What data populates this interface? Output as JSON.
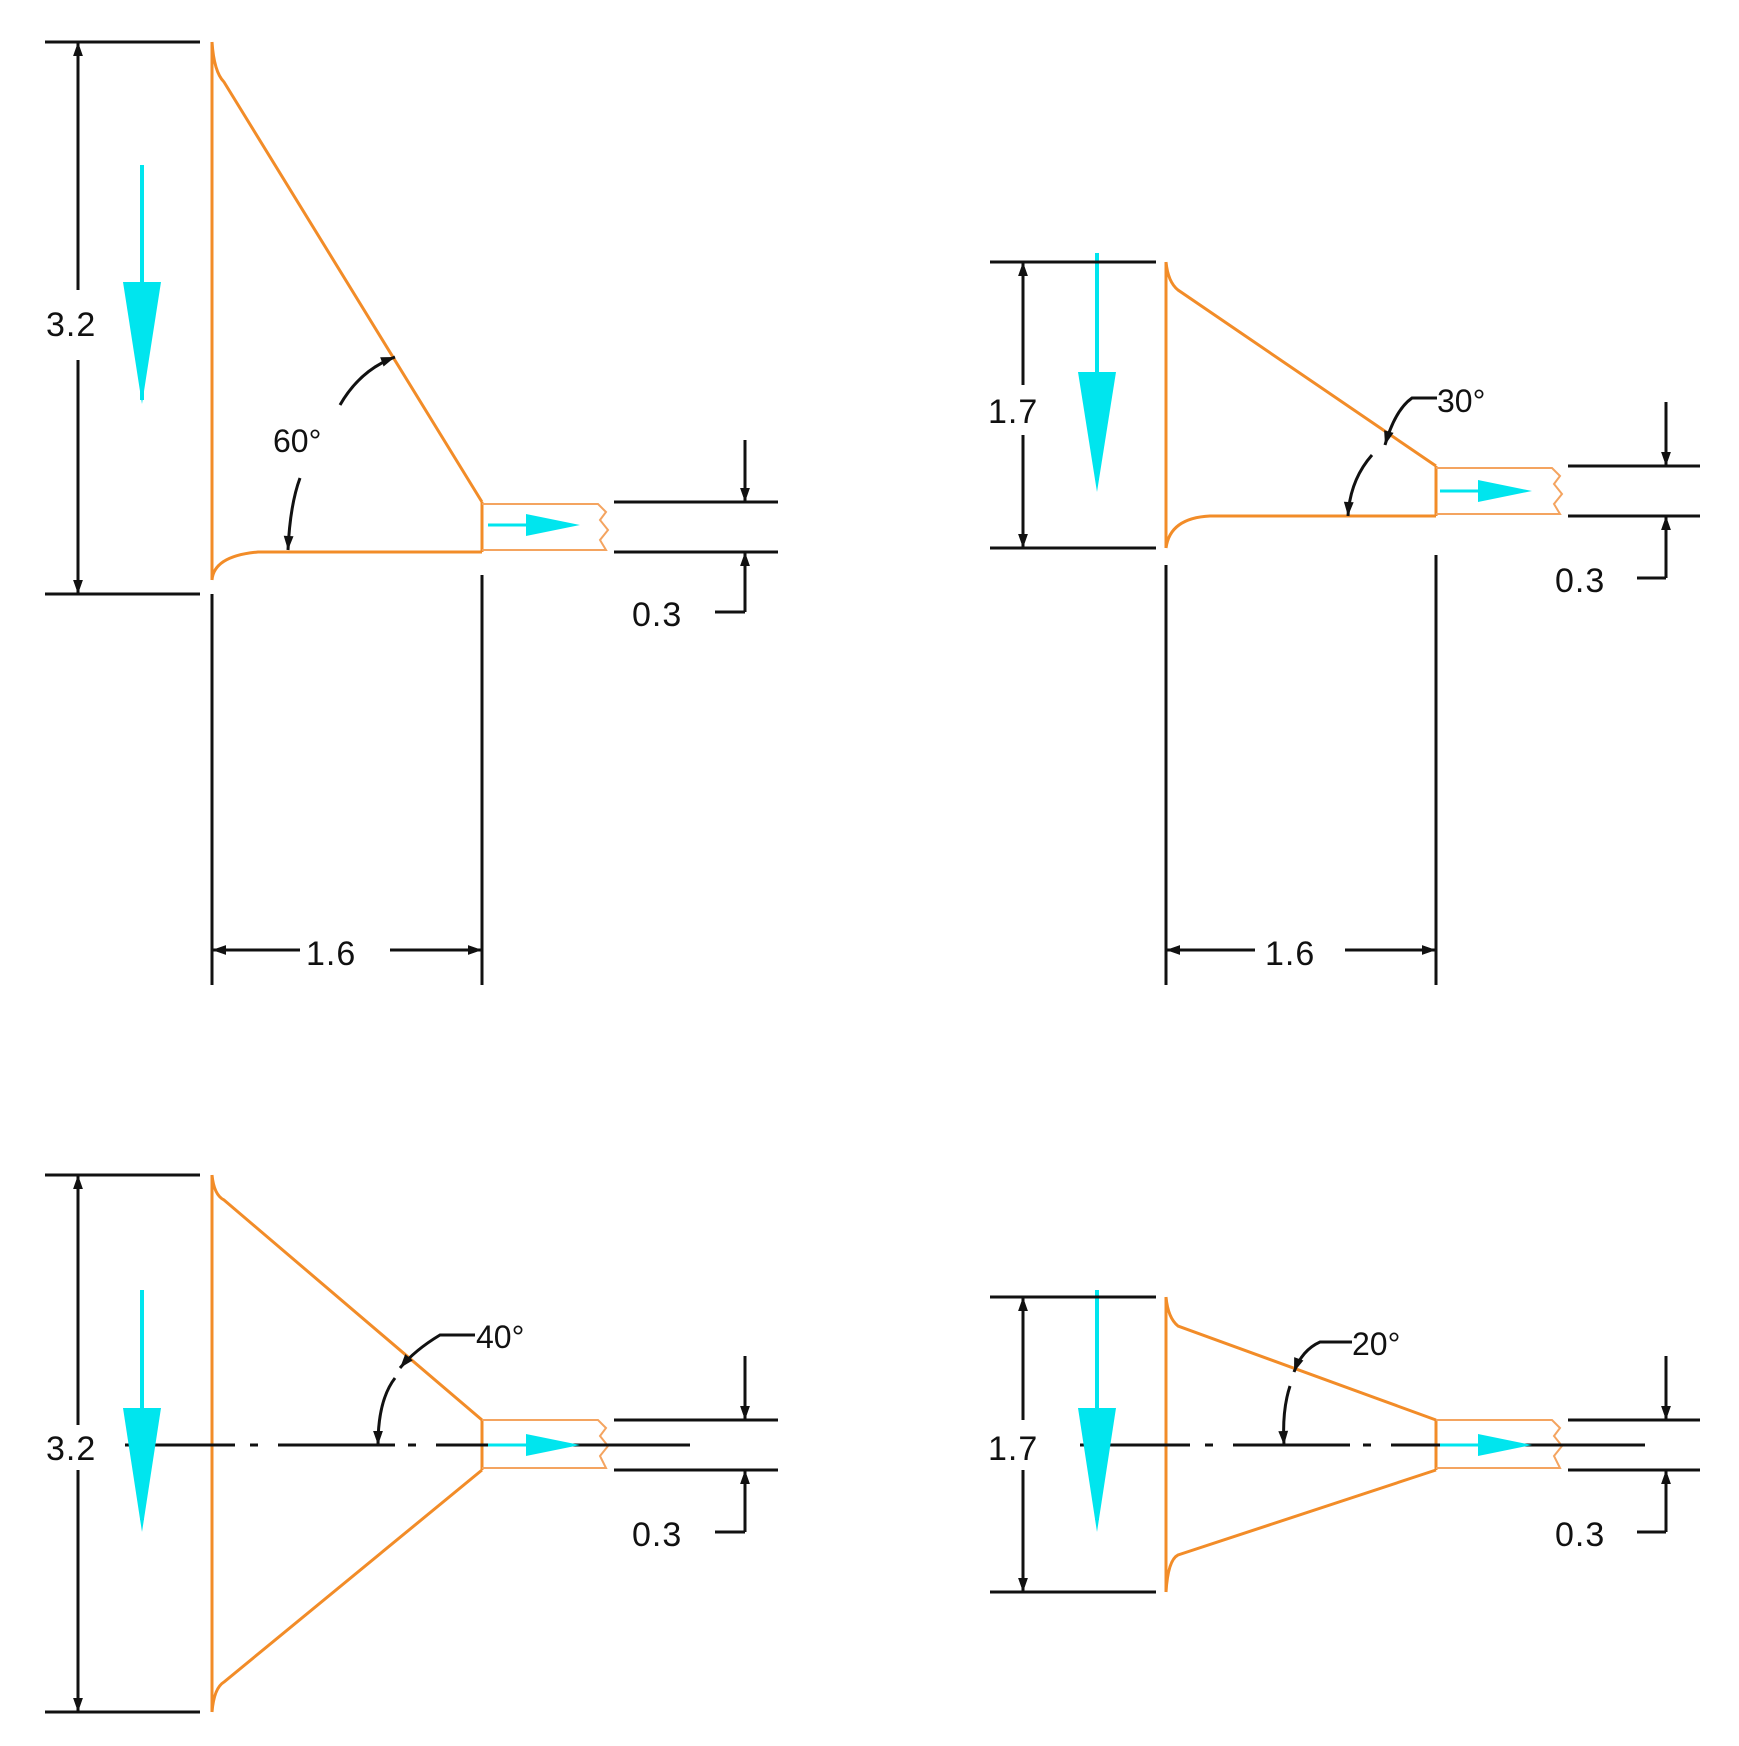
{
  "colors": {
    "outline": "#f28c28",
    "flow_arrow": "#00e5ee",
    "dimension": "#111111"
  },
  "diagrams": [
    {
      "id": "top-left",
      "height_label": "3.2",
      "length_label": "1.6",
      "outlet_label": "0.3",
      "angle_label": "60°"
    },
    {
      "id": "top-right",
      "height_label": "1.7",
      "length_label": "1.6",
      "outlet_label": "0.3",
      "angle_label": "30°"
    },
    {
      "id": "bottom-left",
      "height_label": "3.2",
      "outlet_label": "0.3",
      "angle_label": "40°"
    },
    {
      "id": "bottom-right",
      "height_label": "1.7",
      "outlet_label": "0.3",
      "angle_label": "20°"
    }
  ]
}
